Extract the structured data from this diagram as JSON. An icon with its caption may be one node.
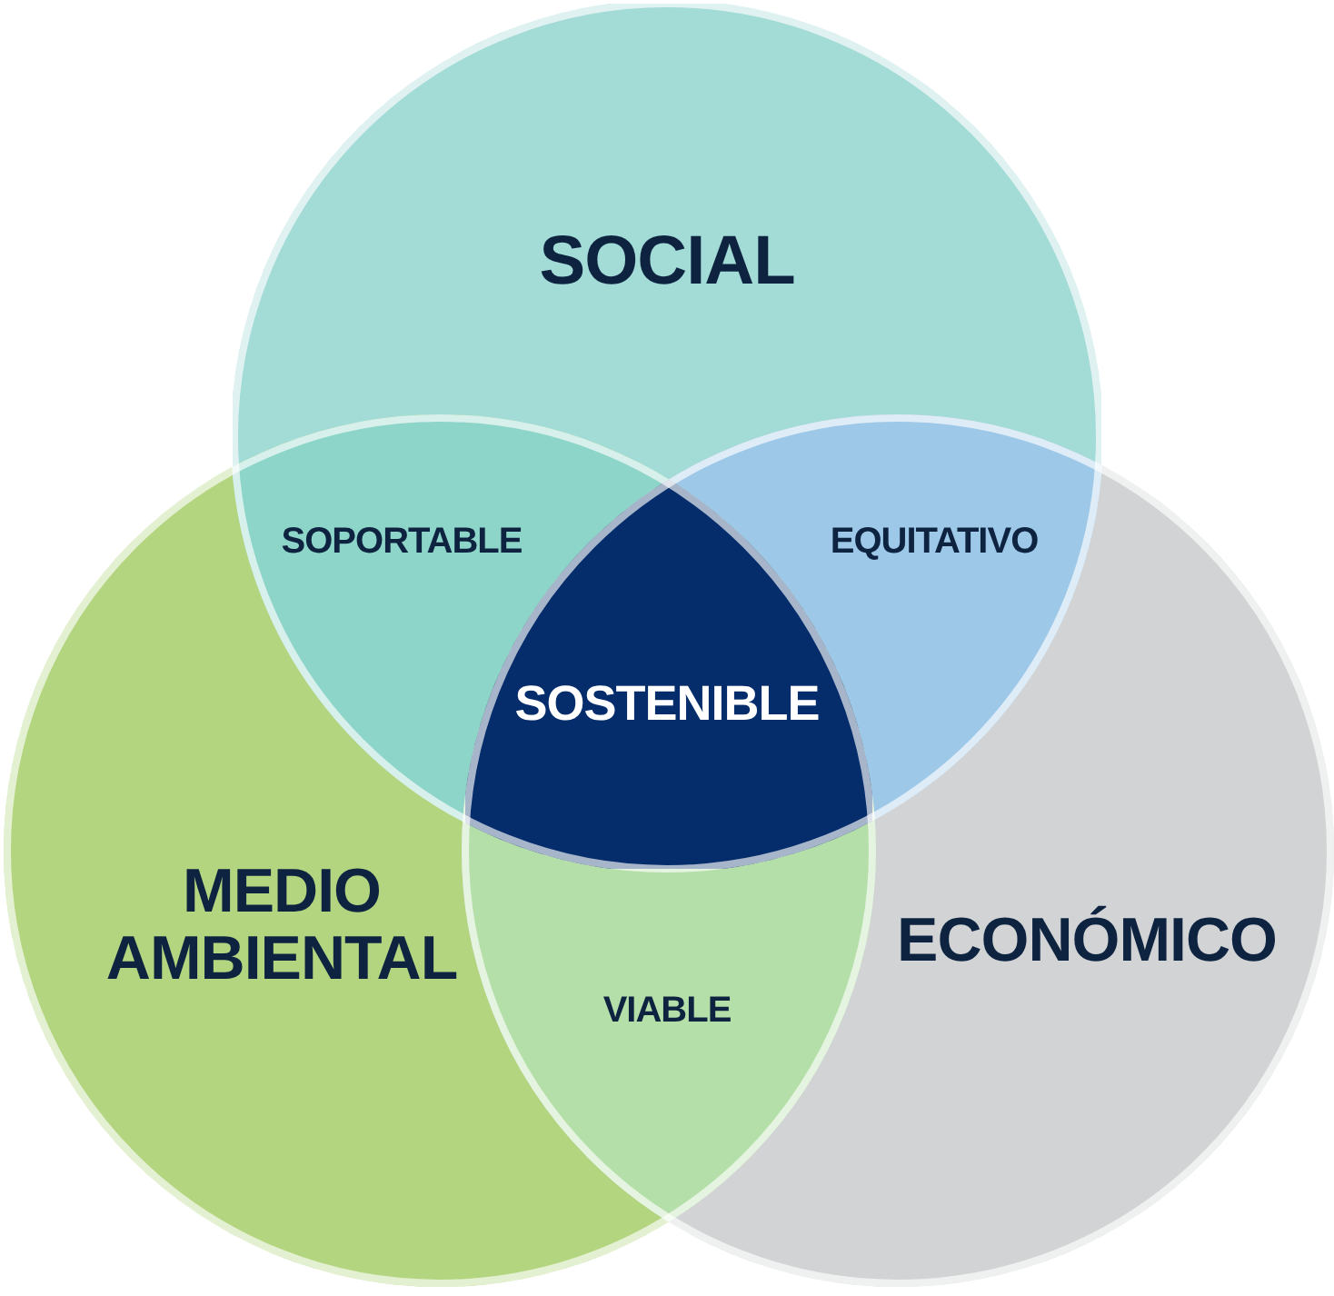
{
  "diagram": {
    "nodes": [
      {
        "text": [
          "SOCIAL"
        ]
      },
      {
        "text": [
          "SOPORTABLE"
        ]
      },
      {
        "text": [
          "EQUITATIVO"
        ]
      },
      {
        "text": [
          "SOSTENIBLE"
        ]
      },
      {
        "text": [
          "MEDIO AMBIENTAL"
        ]
      },
      {
        "text": [
          "VIABLE"
        ]
      },
      {
        "text": [
          "ECONÓMICO"
        ]
      }
    ]
  }
}
